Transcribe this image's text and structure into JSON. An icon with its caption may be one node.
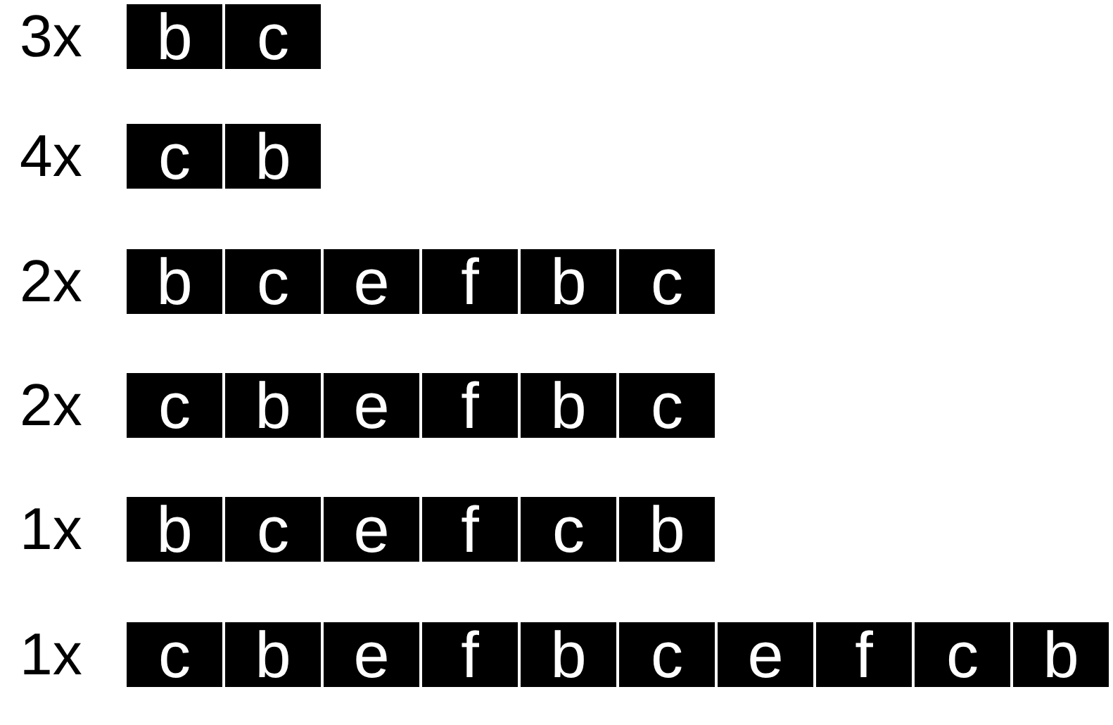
{
  "diagram": {
    "nodes": [
      {
        "text": [
          "b"
        ]
      },
      {
        "text": [
          "c"
        ]
      },
      {
        "text": [
          "c"
        ]
      },
      {
        "text": [
          "b"
        ]
      },
      {
        "text": [
          "b"
        ]
      },
      {
        "text": [
          "c"
        ]
      },
      {
        "text": [
          "e"
        ]
      },
      {
        "text": [
          "f"
        ]
      },
      {
        "text": [
          "b"
        ]
      },
      {
        "text": [
          "c"
        ]
      },
      {
        "text": [
          "c"
        ]
      },
      {
        "text": [
          "b"
        ]
      },
      {
        "text": [
          "e"
        ]
      },
      {
        "text": [
          "f"
        ]
      },
      {
        "text": [
          "b"
        ]
      },
      {
        "text": [
          "c"
        ]
      },
      {
        "text": [
          "b"
        ]
      },
      {
        "text": [
          "c"
        ]
      },
      {
        "text": [
          "e"
        ]
      },
      {
        "text": [
          "f"
        ]
      },
      {
        "text": [
          "c"
        ]
      },
      {
        "text": [
          "b"
        ]
      },
      {
        "text": [
          "c"
        ]
      },
      {
        "text": [
          "b"
        ]
      },
      {
        "text": [
          "e"
        ]
      },
      {
        "text": [
          "f"
        ]
      },
      {
        "text": [
          "b"
        ]
      },
      {
        "text": [
          "c"
        ]
      },
      {
        "text": [
          "e"
        ]
      },
      {
        "text": [
          "f"
        ]
      },
      {
        "text": [
          "c"
        ]
      },
      {
        "text": [
          "b"
        ]
      }
    ],
    "labels": [
      "3x",
      "4x",
      "2x",
      "2x",
      "1x",
      "1x"
    ]
  }
}
